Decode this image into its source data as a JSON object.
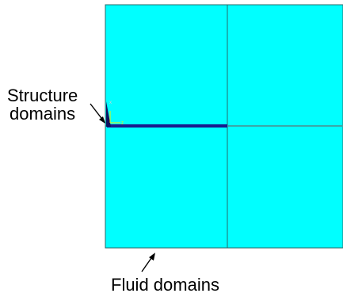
{
  "labels": {
    "structure_line1": "Structure",
    "structure_line2": "domains",
    "fluid": "Fluid domains"
  },
  "colors": {
    "fluid_domain": "#00FFFF",
    "fluid_domain_border": "#1f5a5a",
    "structure_domain": "#1a1a8c",
    "interface_line": "#3aa8a8",
    "background": "#ffffff",
    "arrow": "#000000",
    "axis_marker": "#f0f000"
  },
  "icons": {
    "structure_arrow": "arrow-pointer-icon",
    "fluid_arrow": "arrow-pointer-icon",
    "axis_marker": "coordinate-axis-icon"
  }
}
